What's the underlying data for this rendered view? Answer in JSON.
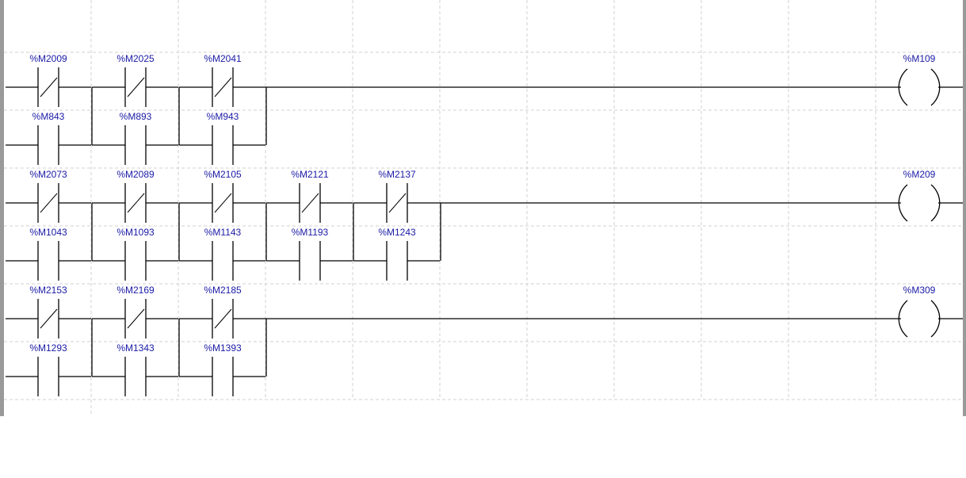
{
  "colors": {
    "label": "#1a1aa6",
    "rail": "#9a9a9a",
    "grid": "#d0d0d0"
  },
  "rungs": [
    {
      "contacts": [
        {
          "top": "%M2009",
          "bottom": "%M843"
        },
        {
          "top": "%M2025",
          "bottom": "%M893"
        },
        {
          "top": "%M2041",
          "bottom": "%M943"
        }
      ],
      "coil": "%M109"
    },
    {
      "contacts": [
        {
          "top": "%M2073",
          "bottom": "%M1043"
        },
        {
          "top": "%M2089",
          "bottom": "%M1093"
        },
        {
          "top": "%M2105",
          "bottom": "%M1143"
        },
        {
          "top": "%M2121",
          "bottom": "%M1193"
        },
        {
          "top": "%M2137",
          "bottom": "%M1243"
        }
      ],
      "coil": "%M209"
    },
    {
      "contacts": [
        {
          "top": "%M2153",
          "bottom": "%M1293"
        },
        {
          "top": "%M2169",
          "bottom": "%M1343"
        },
        {
          "top": "%M2185",
          "bottom": "%M1393"
        }
      ],
      "coil": "%M309"
    }
  ]
}
